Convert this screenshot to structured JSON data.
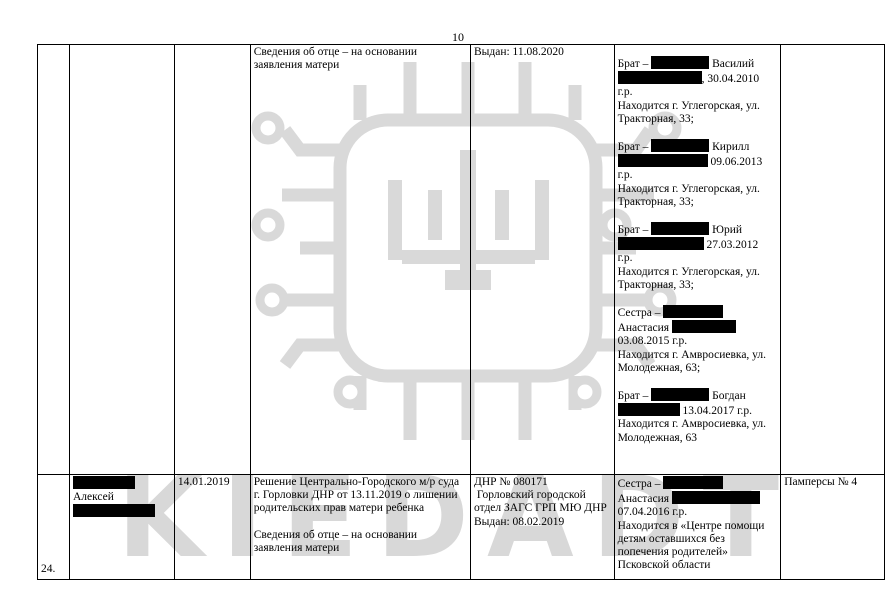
{
  "page_number": "10",
  "watermark": {
    "text": "KIEDADT",
    "color": "#d8d8d8"
  },
  "row_continued": {
    "decision_note": "Сведения об отце – на основании заявления матери",
    "issued": "Выдан: 11.08.2020",
    "siblings": [
      {
        "line1_prefix": "Брат –",
        "line1_name": "Василий",
        "line2_suffix": ", 30.04.2010",
        "line3": "г.р.",
        "location": "Находится г. Углегорская, ул. Тракторная, 33;"
      },
      {
        "line1_prefix": "Брат –",
        "line1_name": "Кирилл",
        "line2_suffix": "09.06.2013",
        "line3": "г.р.",
        "location": "Находится г. Углегорская, ул. Тракторная, 33;"
      },
      {
        "line1_prefix": "Брат –",
        "line1_name": "Юрий",
        "line2_suffix": "27.03.2012",
        "line3": "г.р.",
        "location": "Находится г. Углегорская, ул. Тракторная, 33;"
      },
      {
        "line1_prefix": "Сестра –",
        "line1_name": "Анастасия",
        "line2_suffix": "03.08.2015 г.р.",
        "line3": "",
        "location": "Находится г. Амвросиевка, ул. Молодежная, 63;"
      },
      {
        "line1_prefix": "Брат –",
        "line1_name": "Богдан",
        "line2_suffix": "13.04.2017 г.р.",
        "line3": "",
        "location": "Находится г. Амвросиевка, ул. Молодежная, 63"
      }
    ]
  },
  "row_24": {
    "number": "24.",
    "child_name": "Алексей",
    "date": "14.01.2019",
    "decision": "Решение Центрально-Городского м/р суда г. Горловки ДНР от 13.11.2019 о лишении родительских прав матери ребенка",
    "decision_note": "Сведения об отце – на основании заявления матери",
    "certificate_line1": "ДНР № 080171",
    "certificate_line2": " Горловский городской отдел ЗАГС ГРП МЮ ДНР",
    "issued": "Выдан: 08.02.2019",
    "sibling_prefix": "Сестра –",
    "sibling_name": "Анастасия",
    "sibling_date": "07.04.2016 г.р.",
    "sibling_location": "Находится в «Центре помощи детям оставшихся без попечения родителей» Псковской области",
    "needs": "Памперсы № 4"
  }
}
